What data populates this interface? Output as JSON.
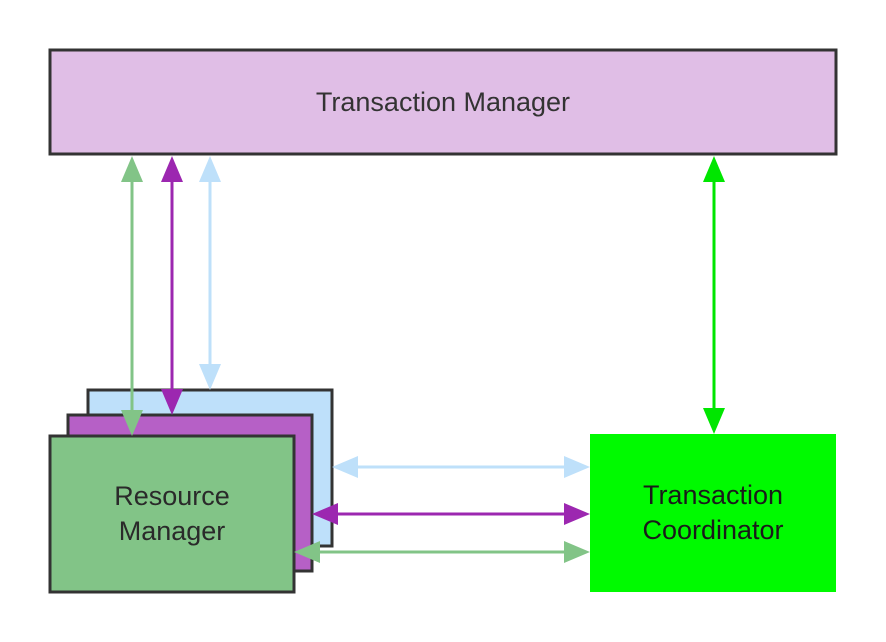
{
  "nodes": {
    "transaction_manager": {
      "label": "Transaction Manager",
      "color": "#E0BEE6"
    },
    "resource_manager": {
      "label": "Resource\nManager",
      "color": "#82C487"
    },
    "resource_manager_stack_purple": {
      "color": "#B660C6"
    },
    "resource_manager_stack_blue": {
      "color": "#BEE0FA"
    },
    "transaction_coordinator": {
      "label": "Transaction\nCoordinator",
      "color": "#00FA00"
    }
  },
  "colors": {
    "border": "#333333",
    "arrow_green": "#82C487",
    "arrow_purple": "#9C27B0",
    "arrow_blue": "#BEE0FA",
    "arrow_bright_green": "#00E600"
  },
  "edges": [
    {
      "from": "resource_manager",
      "to": "transaction_manager",
      "direction": "bidirectional",
      "color": "arrow_green"
    },
    {
      "from": "resource_manager_stack_purple",
      "to": "transaction_manager",
      "direction": "bidirectional",
      "color": "arrow_purple"
    },
    {
      "from": "resource_manager_stack_blue",
      "to": "transaction_manager",
      "direction": "bidirectional",
      "color": "arrow_blue"
    },
    {
      "from": "transaction_coordinator",
      "to": "transaction_manager",
      "direction": "bidirectional",
      "color": "arrow_bright_green"
    },
    {
      "from": "resource_manager_stack_blue",
      "to": "transaction_coordinator",
      "direction": "bidirectional",
      "color": "arrow_blue"
    },
    {
      "from": "resource_manager_stack_purple",
      "to": "transaction_coordinator",
      "direction": "bidirectional",
      "color": "arrow_purple"
    },
    {
      "from": "resource_manager",
      "to": "transaction_coordinator",
      "direction": "bidirectional",
      "color": "arrow_green"
    }
  ]
}
